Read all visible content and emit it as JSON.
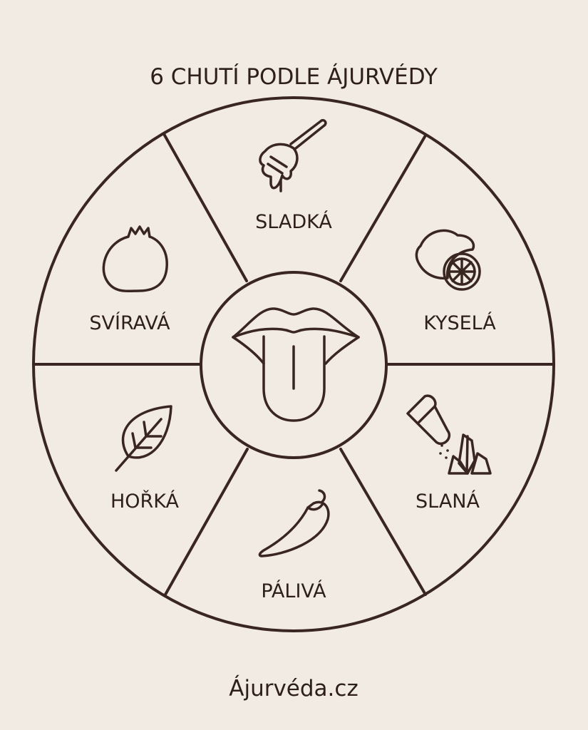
{
  "title": "6 CHUTÍ PODLE ÁJURVÉDY",
  "colors": {
    "background": "#f1ebe3",
    "ink": "#3a2620"
  },
  "center_icon": "tongue-icon",
  "tastes": [
    {
      "label": "SLADKÁ",
      "icon": "honey-dipper-icon"
    },
    {
      "label": "KYSELÁ",
      "icon": "lemon-icon"
    },
    {
      "label": "SLANÁ",
      "icon": "salt-shaker-crystals-icon"
    },
    {
      "label": "PÁLIVÁ",
      "icon": "chili-pepper-icon"
    },
    {
      "label": "HOŘKÁ",
      "icon": "leaf-icon"
    },
    {
      "label": "SVÍRAVÁ",
      "icon": "pomegranate-icon"
    }
  ],
  "brand": "Ájurvéda.cz"
}
